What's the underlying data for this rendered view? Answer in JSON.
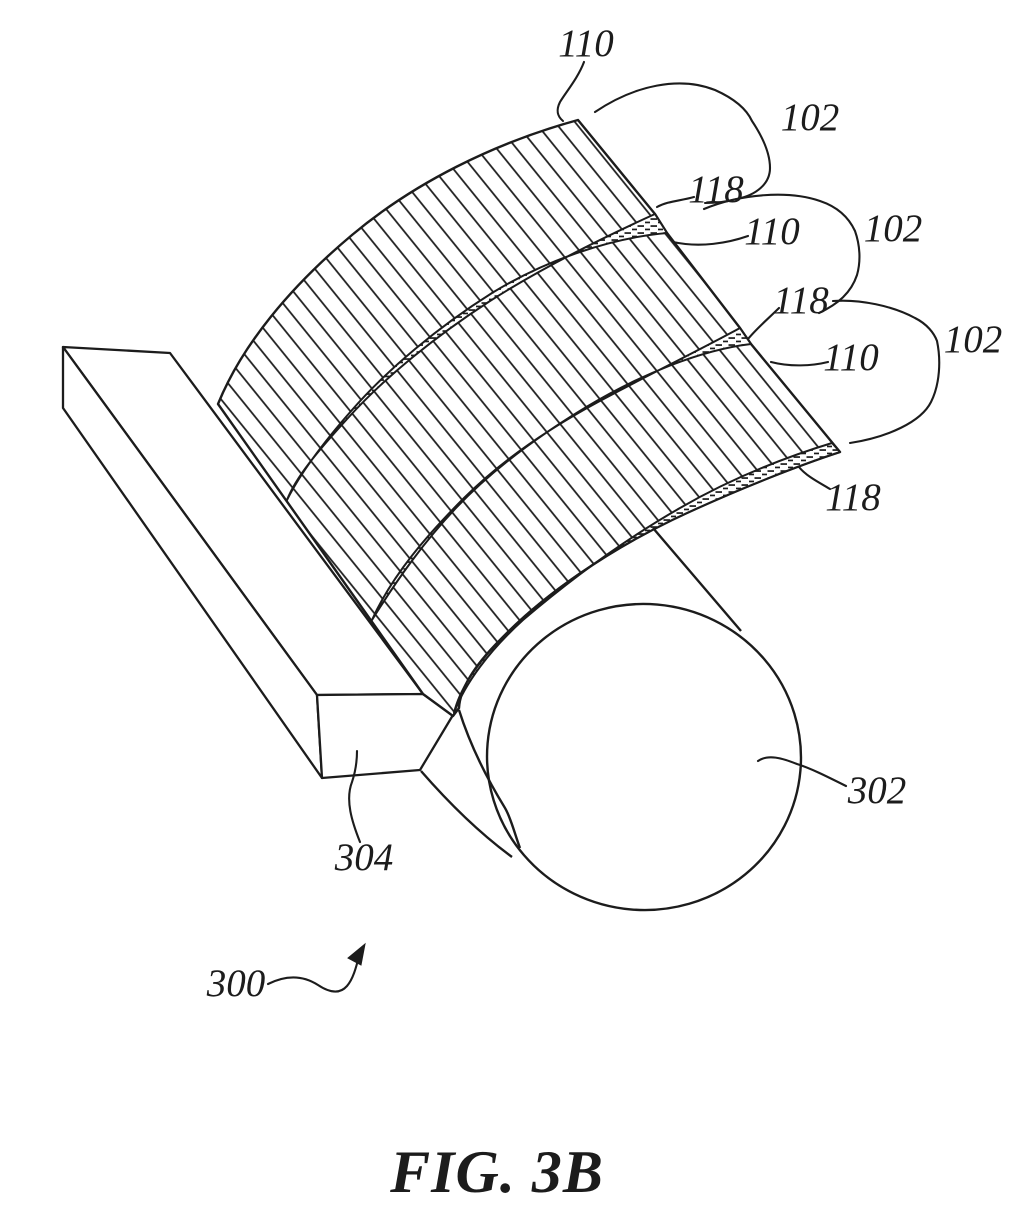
{
  "figure": {
    "caption": "FIG. 3B",
    "labels": {
      "band_110_top": "110",
      "group_102_a": "102",
      "strip_118_a": "118",
      "band_110_b": "110",
      "group_102_b": "102",
      "strip_118_b": "118",
      "band_110_c": "110",
      "group_102_c": "102",
      "strip_118_c": "118",
      "cylinder_302": "302",
      "support_304": "304",
      "assembly_300": "300"
    },
    "colors": {
      "ink": "#1c1c1c",
      "background": "#ffffff"
    }
  }
}
